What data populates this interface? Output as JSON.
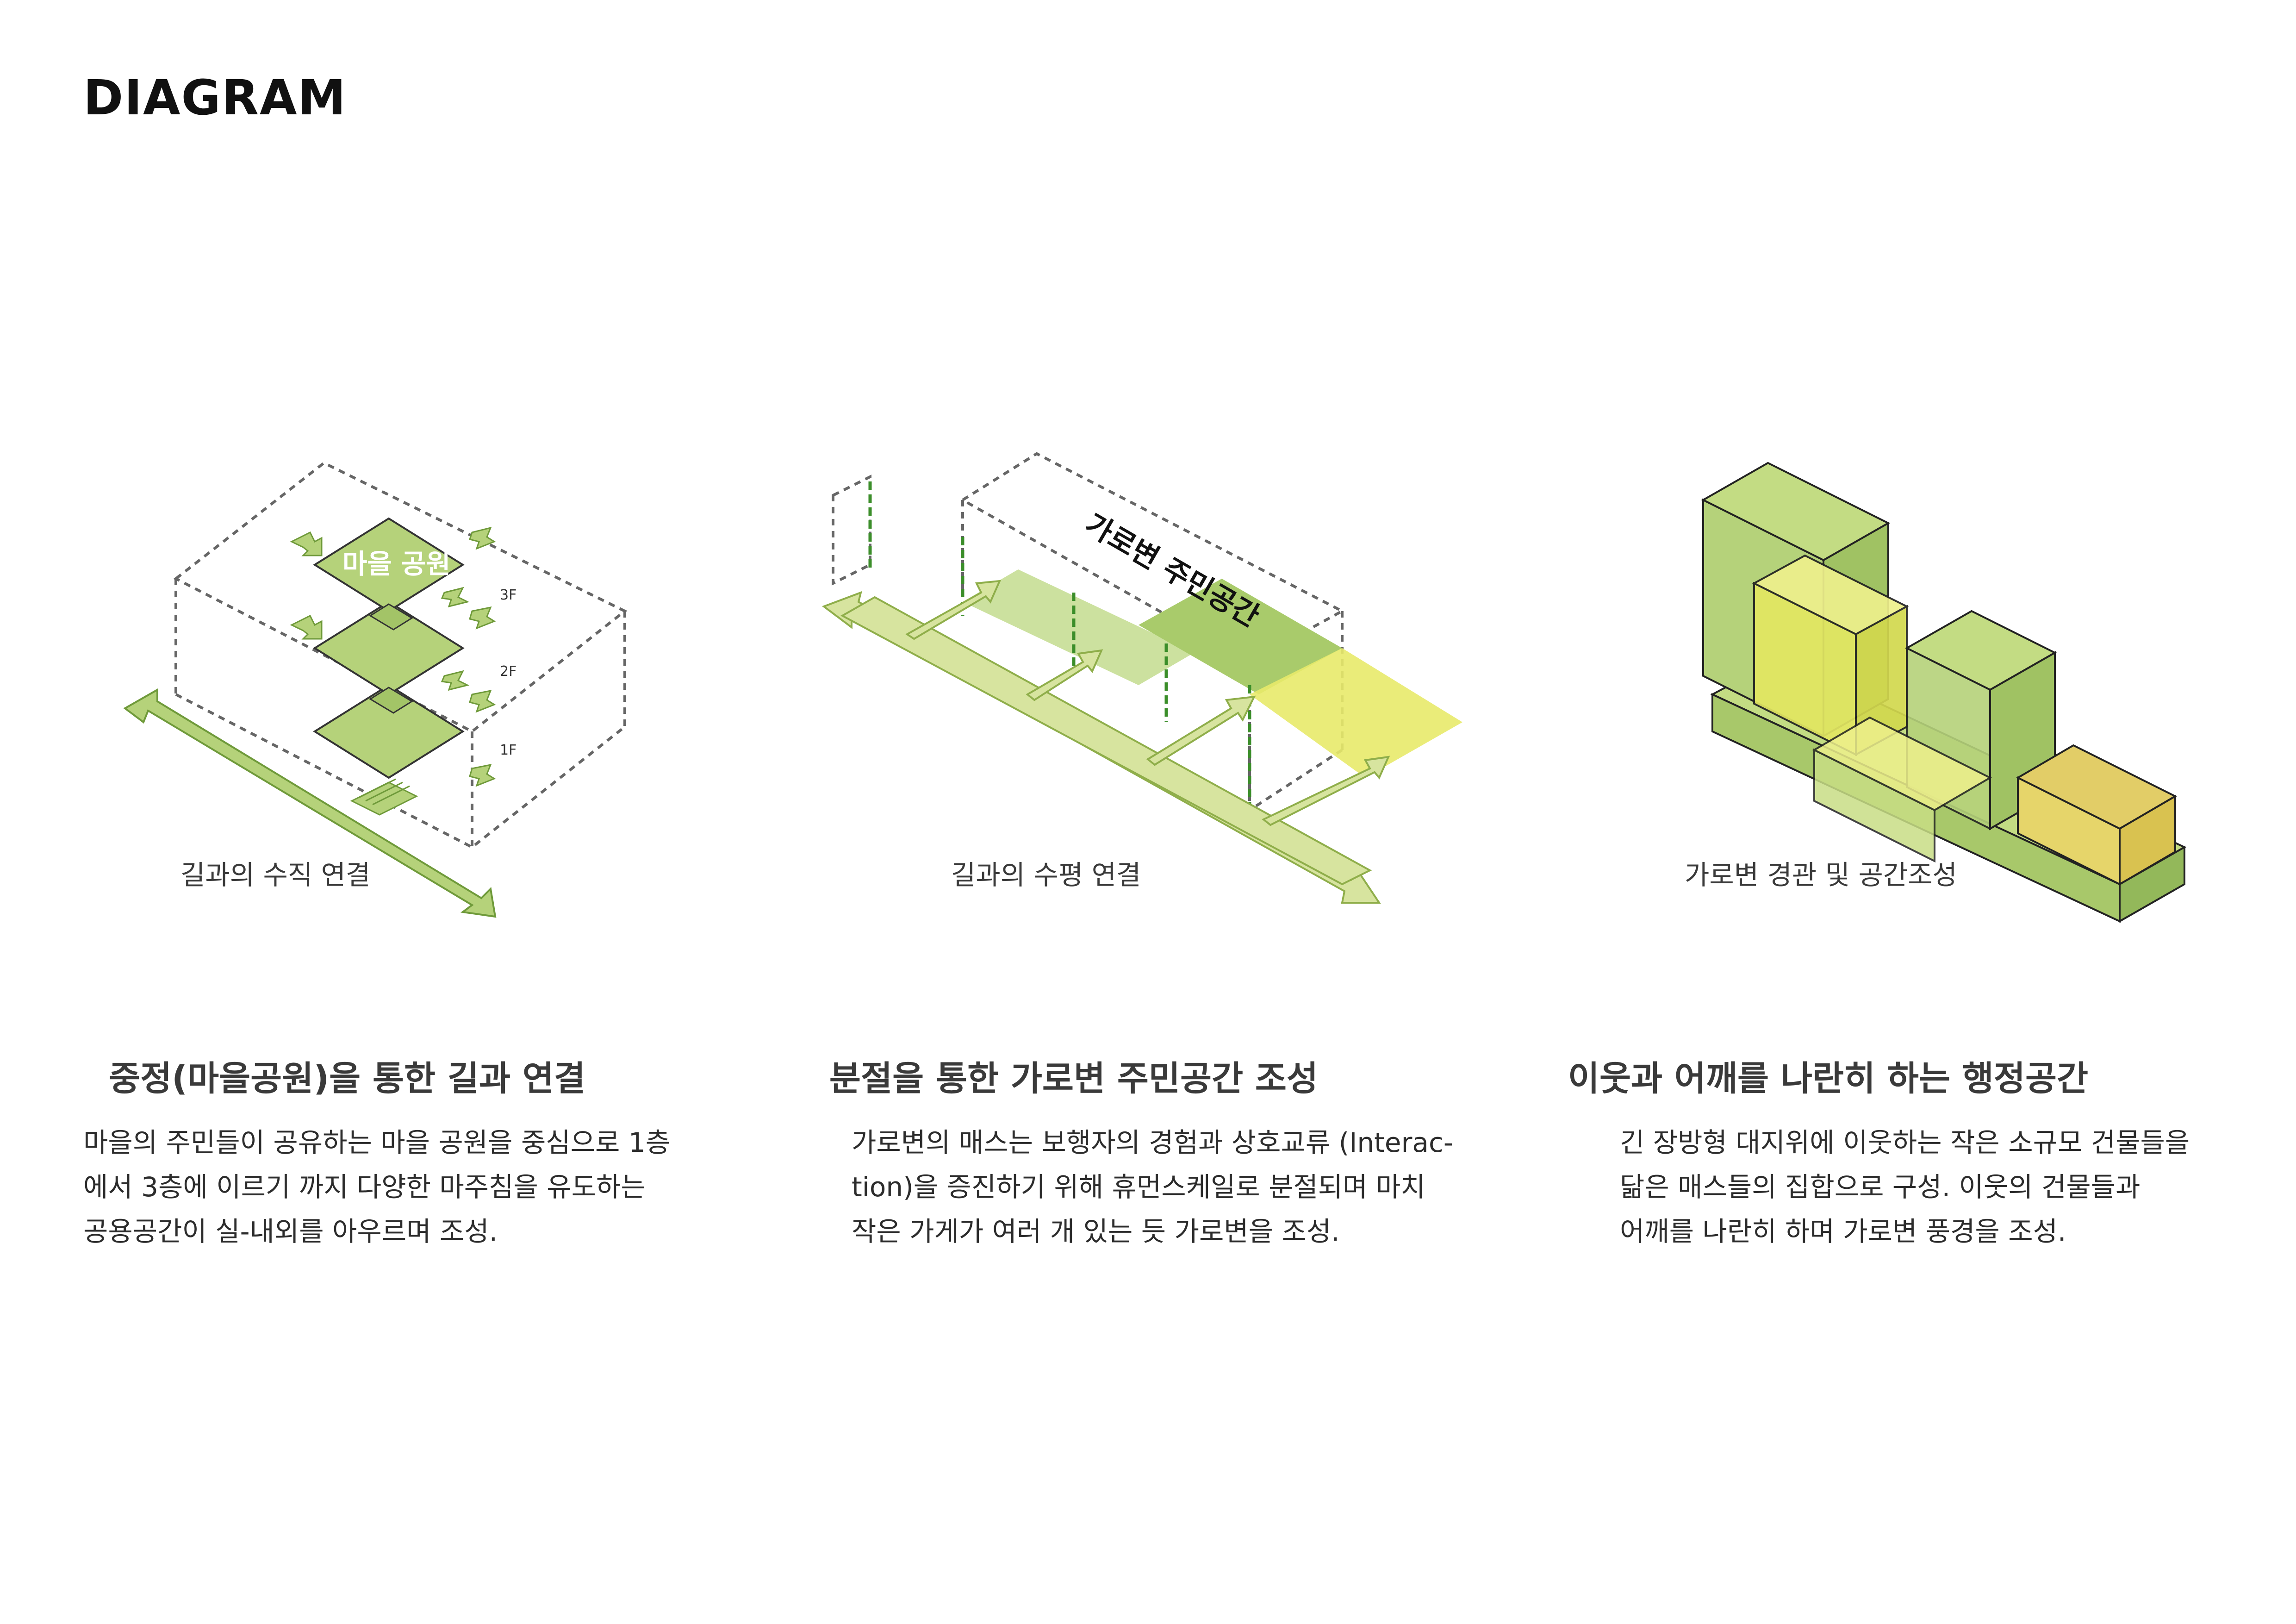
{
  "page": {
    "title": "DIAGRAM"
  },
  "colors": {
    "green": "#b5d27a",
    "green_dark": "#7fa84a",
    "yellow": "#e8ea6a",
    "dash": "#666666"
  },
  "diagrams": [
    {
      "caption": "길과의 수직 연결",
      "park_label": "마을 공원",
      "floors": [
        "3F",
        "2F",
        "1F"
      ],
      "heading": "중정(마을공원)을 통한 길과 연결",
      "body": [
        "마을의 주민들이 공유하는 마을 공원을 중심으로 1층",
        "에서 3층에 이르기 까지 다양한 마주침을 유도하는",
        "공용공간이 실-내외를 아우르며 조성."
      ]
    },
    {
      "caption": "길과의 수평 연결",
      "space_label": "가로변 주민공간",
      "heading": "분절을 통한 가로변 주민공간 조성",
      "body": [
        "가로변의 매스는 보행자의 경험과 상호교류 (Interac-",
        "tion)을 증진하기 위해 휴먼스케일로 분절되며 마치",
        "작은 가게가 여러 개 있는 듯 가로변을 조성."
      ]
    },
    {
      "caption": "가로변 경관 및 공간조성",
      "heading": "이웃과 어깨를 나란히 하는 행정공간",
      "body": [
        "긴 장방형 대지위에 이웃하는 작은 소규모 건물들을",
        "닮은 매스들의 집합으로 구성. 이웃의 건물들과",
        "어깨를 나란히 하며 가로변 풍경을 조성."
      ]
    }
  ]
}
